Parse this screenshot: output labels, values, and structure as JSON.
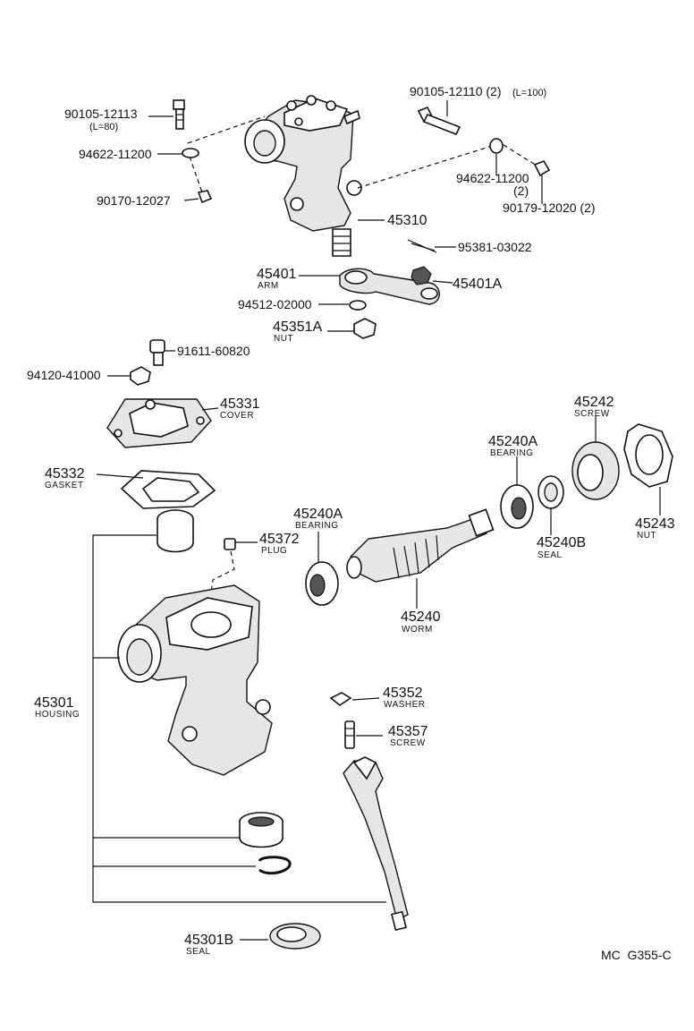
{
  "labels": {
    "l90105_12113": "90105-12113",
    "l90105_12113_sub": "(L=80)",
    "l94622_11200_a": "94622-11200",
    "l90170_12027": "90170-12027",
    "l90105_12110": "90105-12110 (2)",
    "l90105_12110_sub": "(L=100)",
    "l94622_11200_b": "94622-11200",
    "l94622_11200_b_qty": "(2)",
    "l90179_12020": "90179-12020 (2)",
    "l45310": "45310",
    "l95381_03022": "95381-03022",
    "l45401": "45401",
    "l45401_sub": "ARM",
    "l45401A": "45401A",
    "l94512_02000": "94512-02000",
    "l45351A": "45351A",
    "l45351A_sub": "NUT",
    "l91611_60820": "91611-60820",
    "l94120_41000": "94120-41000",
    "l45331": "45331",
    "l45331_sub": "COVER",
    "l45332": "45332",
    "l45332_sub": "GASKET",
    "l45372": "45372",
    "l45372_sub": "PLUG",
    "l45240A_top": "45240A",
    "l45240A_top_sub": "BEARING",
    "l45240A_left": "45240A",
    "l45240A_left_sub": "BEARING",
    "l45242": "45242",
    "l45242_sub": "SCREW",
    "l45243": "45243",
    "l45243_sub": "NUT",
    "l45240B": "45240B",
    "l45240B_sub": "SEAL",
    "l45240": "45240",
    "l45240_sub": "WORM",
    "l45301": "45301",
    "l45301_sub": "HOUSING",
    "l45352": "45352",
    "l45352_sub": "WASHER",
    "l45357": "45357",
    "l45357_sub": "SCREW",
    "l45301B": "45301B",
    "l45301B_sub": "SEAL",
    "footer": "MC  G355-C"
  }
}
